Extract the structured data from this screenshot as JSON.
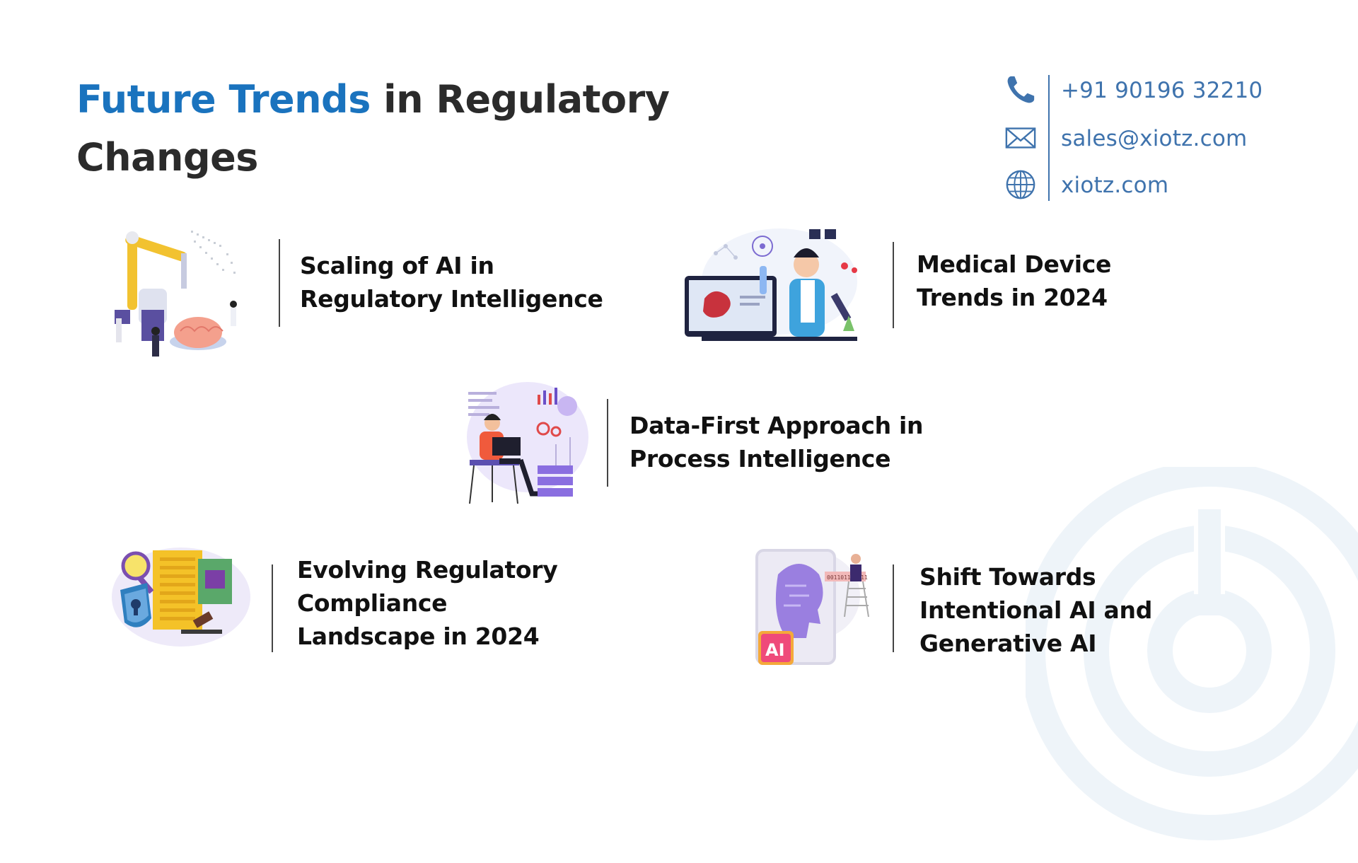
{
  "title": {
    "accent": "Future Trends",
    "rest_line1": " in Regulatory",
    "line2": "Changes"
  },
  "contact": {
    "phone": "+91 90196 32210",
    "email": "sales@xiotz.com",
    "website": "xiotz.com"
  },
  "trends": [
    {
      "line1": "Scaling of AI in",
      "line2": "Regulatory Intelligence"
    },
    {
      "line1": "Medical Device",
      "line2": "Trends in 2024"
    },
    {
      "line1": "Data-First Approach in",
      "line2": "Process Intelligence"
    },
    {
      "line1": "Evolving Regulatory",
      "line2": "Compliance",
      "line3": "Landscape in 2024"
    },
    {
      "line1": "Shift Towards",
      "line2": "Intentional AI and",
      "line3": "Generative AI"
    }
  ],
  "illustration_text": {
    "ai_badge": "AI",
    "binary": "001101101011"
  },
  "colors": {
    "accent_blue": "#1a73be",
    "contact_blue": "#3f73ad",
    "title_dark": "#2b2b2b",
    "watermark": "#eef4f9"
  },
  "icons": [
    "phone-icon",
    "envelope-icon",
    "globe-icon"
  ]
}
